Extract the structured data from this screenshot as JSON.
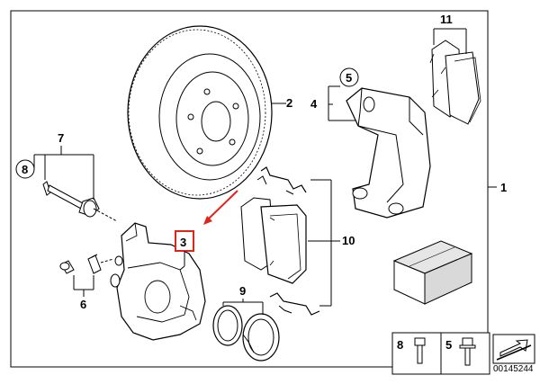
{
  "callouts": {
    "c1": "1",
    "c2": "2",
    "c3": "3",
    "c4": "4",
    "c5": "5",
    "c6": "6",
    "c7": "7",
    "c8": "8",
    "c9": "9",
    "c10": "10",
    "c11": "11"
  },
  "legend": {
    "item_a": "8",
    "item_b": "5"
  },
  "document_id": "00145244",
  "colors": {
    "line": "#000000",
    "highlight": "#e2231a",
    "fill": "#ffffff",
    "shade": "#d9d9d9"
  }
}
